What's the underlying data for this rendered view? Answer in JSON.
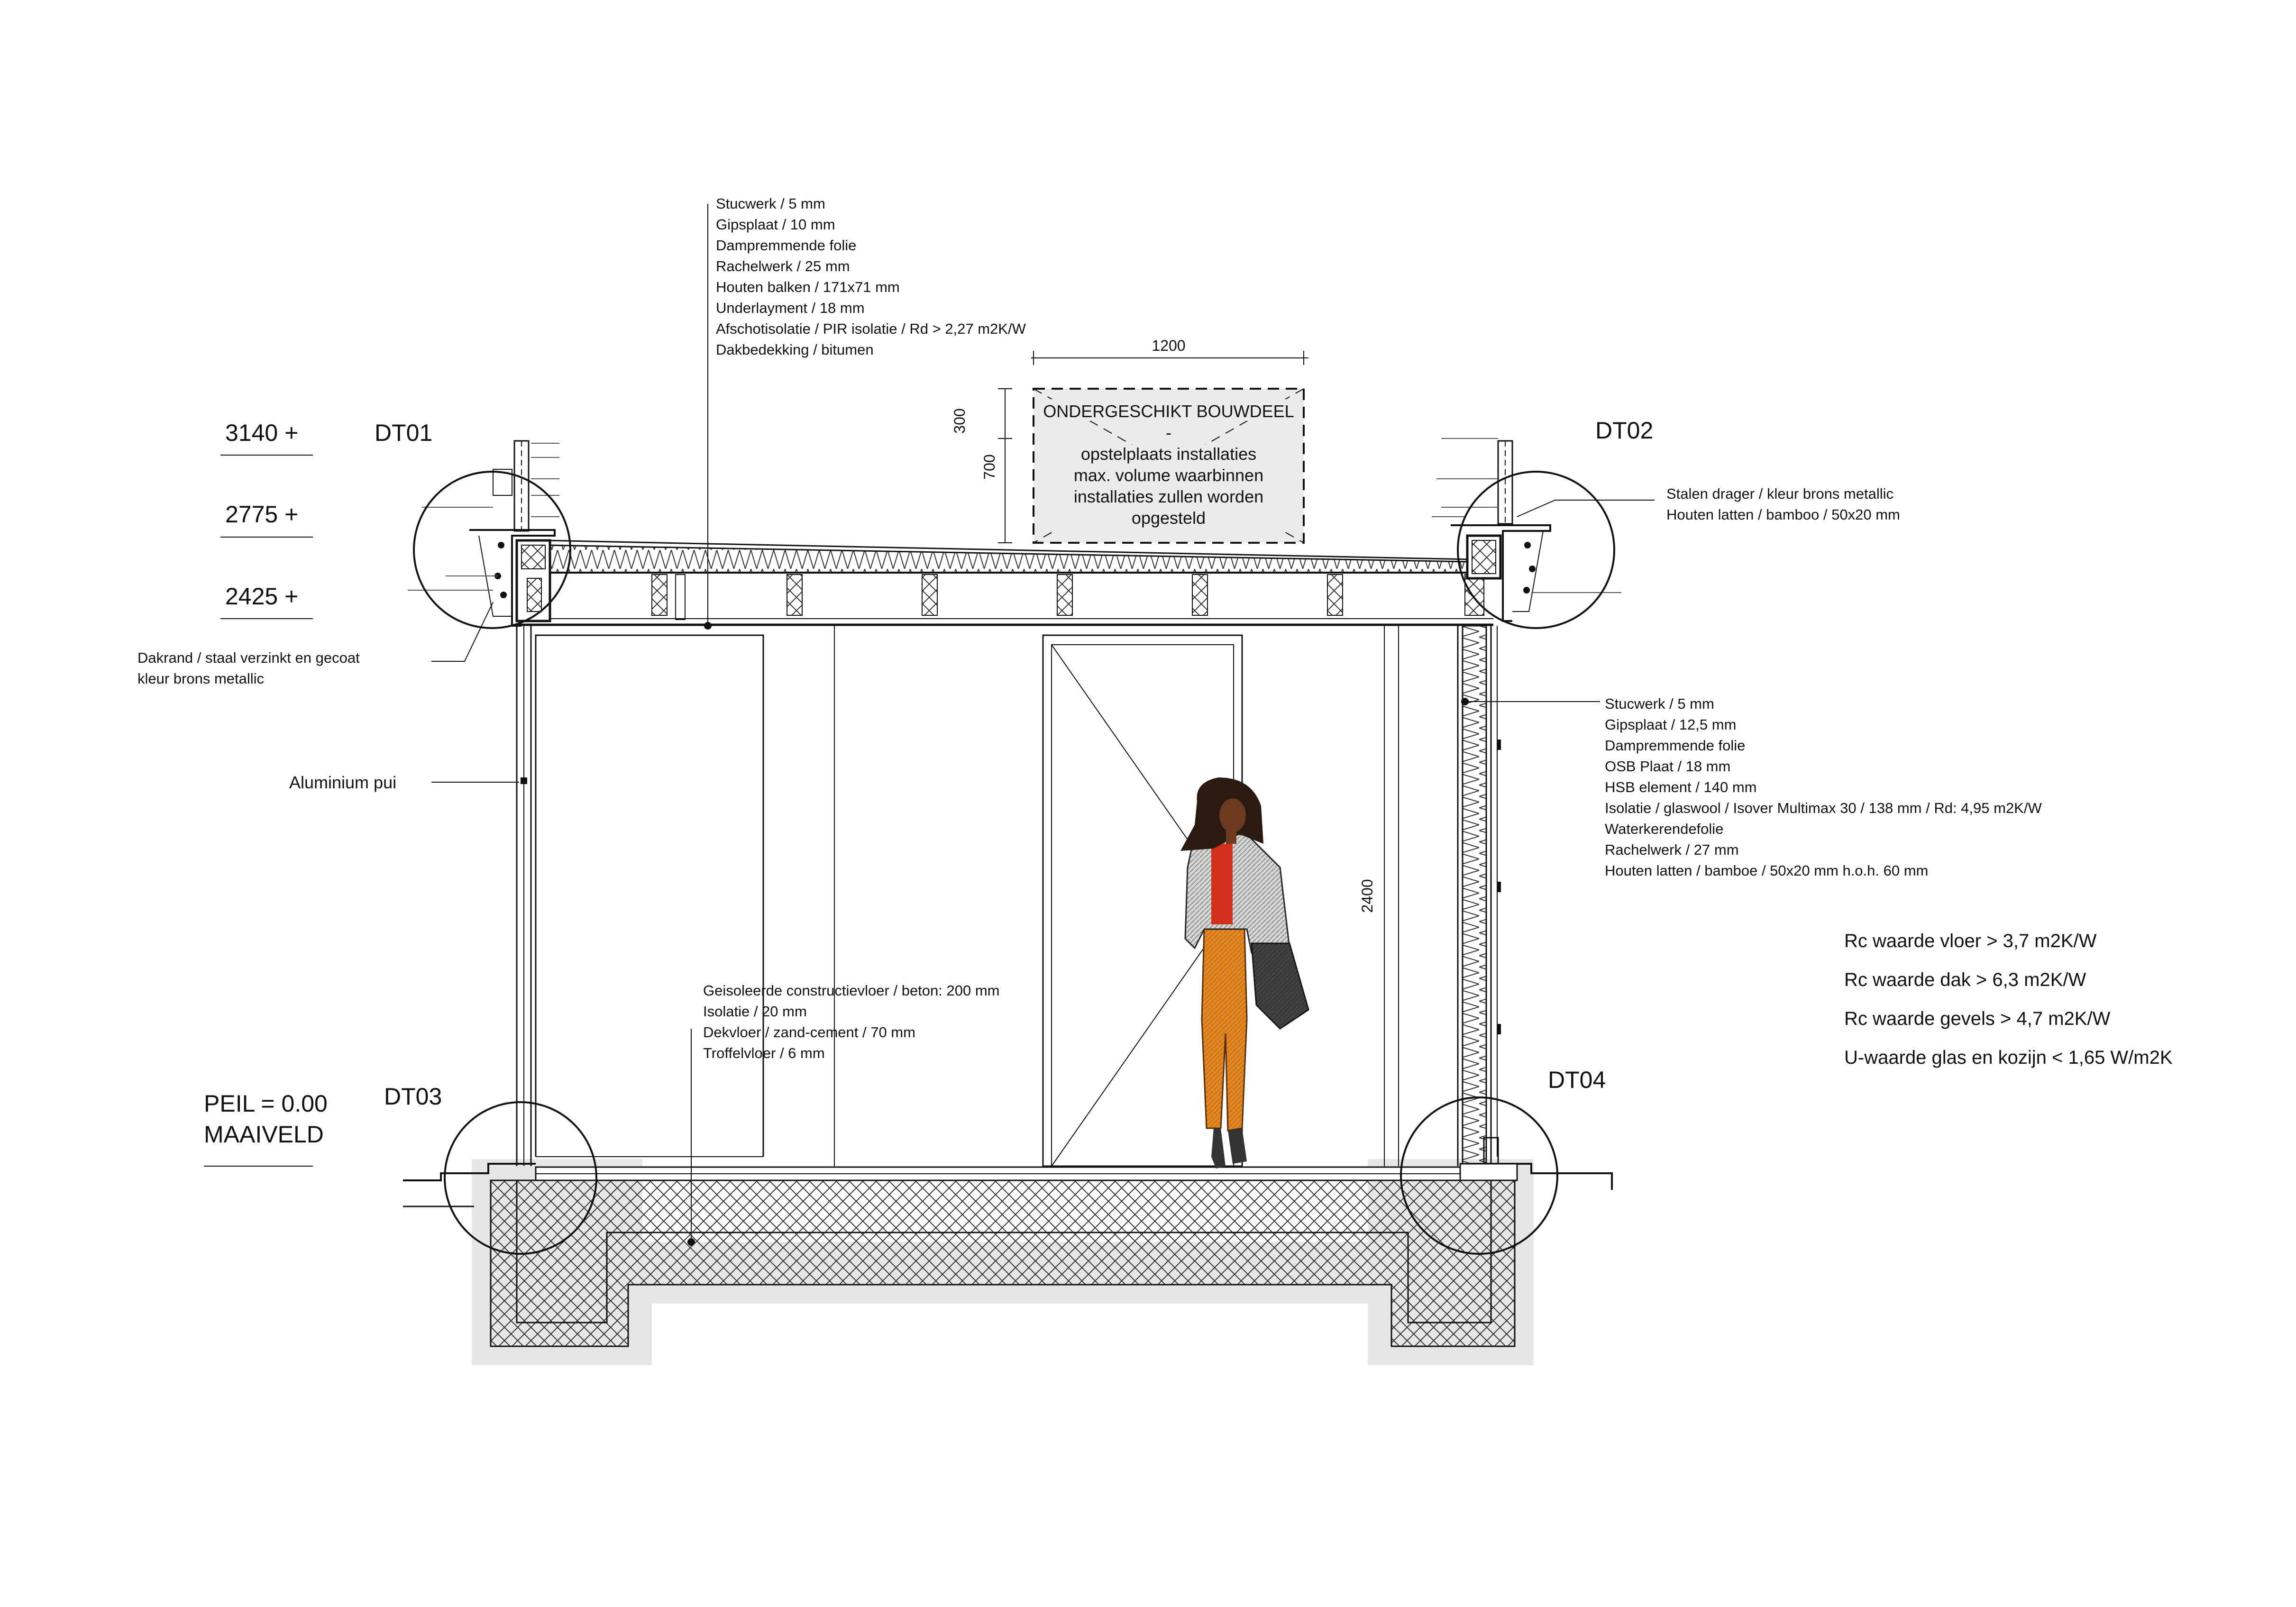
{
  "roof_spec": [
    "Stucwerk / 5 mm",
    "Gipsplaat / 10 mm",
    "Dampremmende folie",
    "Rachelwerk / 25 mm",
    "Houten balken / 171x71 mm",
    "Underlayment / 18 mm",
    "Afschotisolatie / PIR isolatie / Rd > 2,27 m2K/W",
    "Dakbedekking / bitumen"
  ],
  "wall_spec": [
    "Stucwerk / 5 mm",
    "Gipsplaat / 12,5 mm",
    "Dampremmende folie",
    "OSB Plaat / 18 mm",
    "HSB element / 140 mm",
    "Isolatie / glaswool / Isover Multimax 30 / 138 mm / Rd: 4,95 m2K/W",
    "Waterkerendefolie",
    "Rachelwerk / 27 mm",
    "Houten latten / bamboe / 50x20 mm h.o.h. 60 mm"
  ],
  "floor_spec": [
    "Geisoleerde constructievloer / beton: 200 mm",
    "Isolatie / 20 mm",
    "Dekvloer / zand-cement / 70 mm",
    "Troffelvloer / 6 mm"
  ],
  "levels": [
    "3140 +",
    "2775 +",
    "2425 +"
  ],
  "details": {
    "dt01": "DT01",
    "dt02": "DT02",
    "dt03": "DT03",
    "dt04": "DT04"
  },
  "labels": {
    "dakrand": [
      "Dakrand / staal verzinkt en gecoat",
      "kleur brons metallic"
    ],
    "aluminium": "Aluminium pui",
    "drager": [
      "Stalen drager / kleur brons metallic",
      "Houten latten / bamboo / 50x20 mm"
    ],
    "peil": [
      "PEIL = 0.00",
      "MAAIVELD"
    ]
  },
  "installation_box": {
    "title": "ONDERGESCHIKT BOUWDEEL",
    "dash": "-",
    "lines": [
      "opstelplaats installaties",
      "max. volume waarbinnen",
      "installaties zullen worden",
      "opgesteld"
    ]
  },
  "dimensions": {
    "width": "1200",
    "small": "300",
    "height": "700",
    "room_height": "2400"
  },
  "rc_values": [
    "Rc waarde vloer > 3,7 m2K/W",
    "Rc waarde dak > 6,3  m2K/W",
    "Rc waarde gevels >  4,7 m2K/W",
    "U-waarde glas en kozijn < 1,65 W/m2K"
  ],
  "colors": {
    "ink": "#111111",
    "ground": "#e6e6e6",
    "box": "#ebebeb",
    "figure_pants": "#e8861c",
    "figure_shirt": "#d2301c",
    "figure_skin": "#6b3a1f"
  }
}
